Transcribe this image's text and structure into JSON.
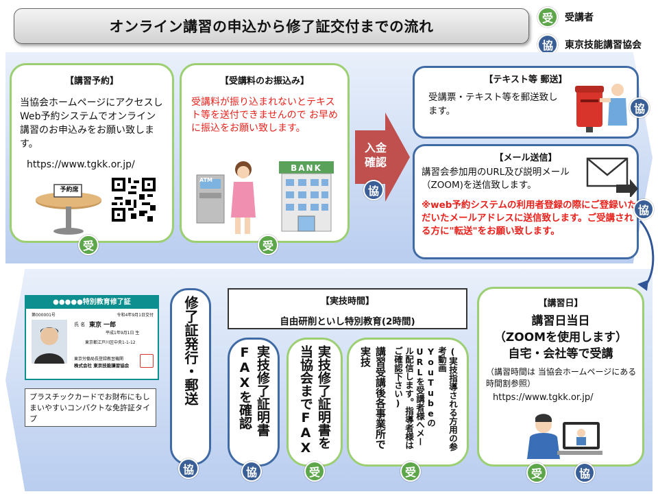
{
  "title": "オンライン講習の申込から修了証交付までの流れ",
  "legend": [
    {
      "mark": "受",
      "label": "受講者",
      "color": "#5da64a"
    },
    {
      "mark": "協",
      "label": "東京技能講習協会",
      "color": "#3a5f96"
    }
  ],
  "marks": {
    "ju": "受",
    "kyo": "協"
  },
  "step1": {
    "heading": "【講習予約】",
    "body": "当協会ホームページにアクセスし　Web予約システムでオンライン講習のお申込みをお願い致します。",
    "url": "https://www.tgkk.or.jp/",
    "sign_text": "予約席"
  },
  "step2": {
    "heading": "【受講料のお振込み】",
    "body": "受講料が振り込まれないとテキスト等を送付できませんので お早めに振込をお願い致します。",
    "atm_label": "ATM",
    "bank_label": "BANK"
  },
  "arrow": {
    "line1": "入金",
    "line2": "確認"
  },
  "step3": {
    "heading": "【テキスト等 郵送】",
    "body": "受講票・テキスト等を郵送致します。"
  },
  "step4": {
    "heading": "【メール送信】",
    "body": "講習会参加用のURL及び説明メール（ZOOM)を送信致します。",
    "note": "※web予約システムの利用者登録の際にご登録いただいたメールアドレスに送信致します。ご受講される方に\"転送\"をお願い致します。"
  },
  "step5": {
    "heading": "【講習日】",
    "line1": "講習日当日",
    "line2": "（ZOOMを使用します）",
    "line3": "自宅・会社等で受講",
    "note": "（講習時間は 当協会ホームページにある時間割参照）",
    "url": "https://www.tgkk.or.jp/"
  },
  "practical": {
    "heading": "【実技時間】",
    "subheading": "自由研削といし特別教育(2時間)"
  },
  "col_a": {
    "main": "講習受講後各事業所で実技",
    "sub": "(実技指導される方用の参考動画 YouTubeのURLを受講者様へメール配信します。指導者様はご確認下さい)"
  },
  "col_b": {
    "text": "実技修了証明書を当協会までFAX"
  },
  "col_c": {
    "text": "実技修了証明書FAXを確認"
  },
  "col_d": {
    "text": "修了証発行・郵送"
  },
  "card": {
    "title": "●●●●●特別教育修了証",
    "number": "第000001号",
    "date": "令和4年9月1日交付",
    "name_label": "氏 名",
    "name": "東京 一郎",
    "birth": "平成1年9月1日 生",
    "address": "東京都江戸川区中央1-1-12",
    "issuer1": "東京労働局長登録教習機関",
    "issuer2": "株式会社 東京技能講習協会",
    "note": "プラスチックカードでお財布にもしまいやすいコンパクトな免許証タイプ"
  }
}
